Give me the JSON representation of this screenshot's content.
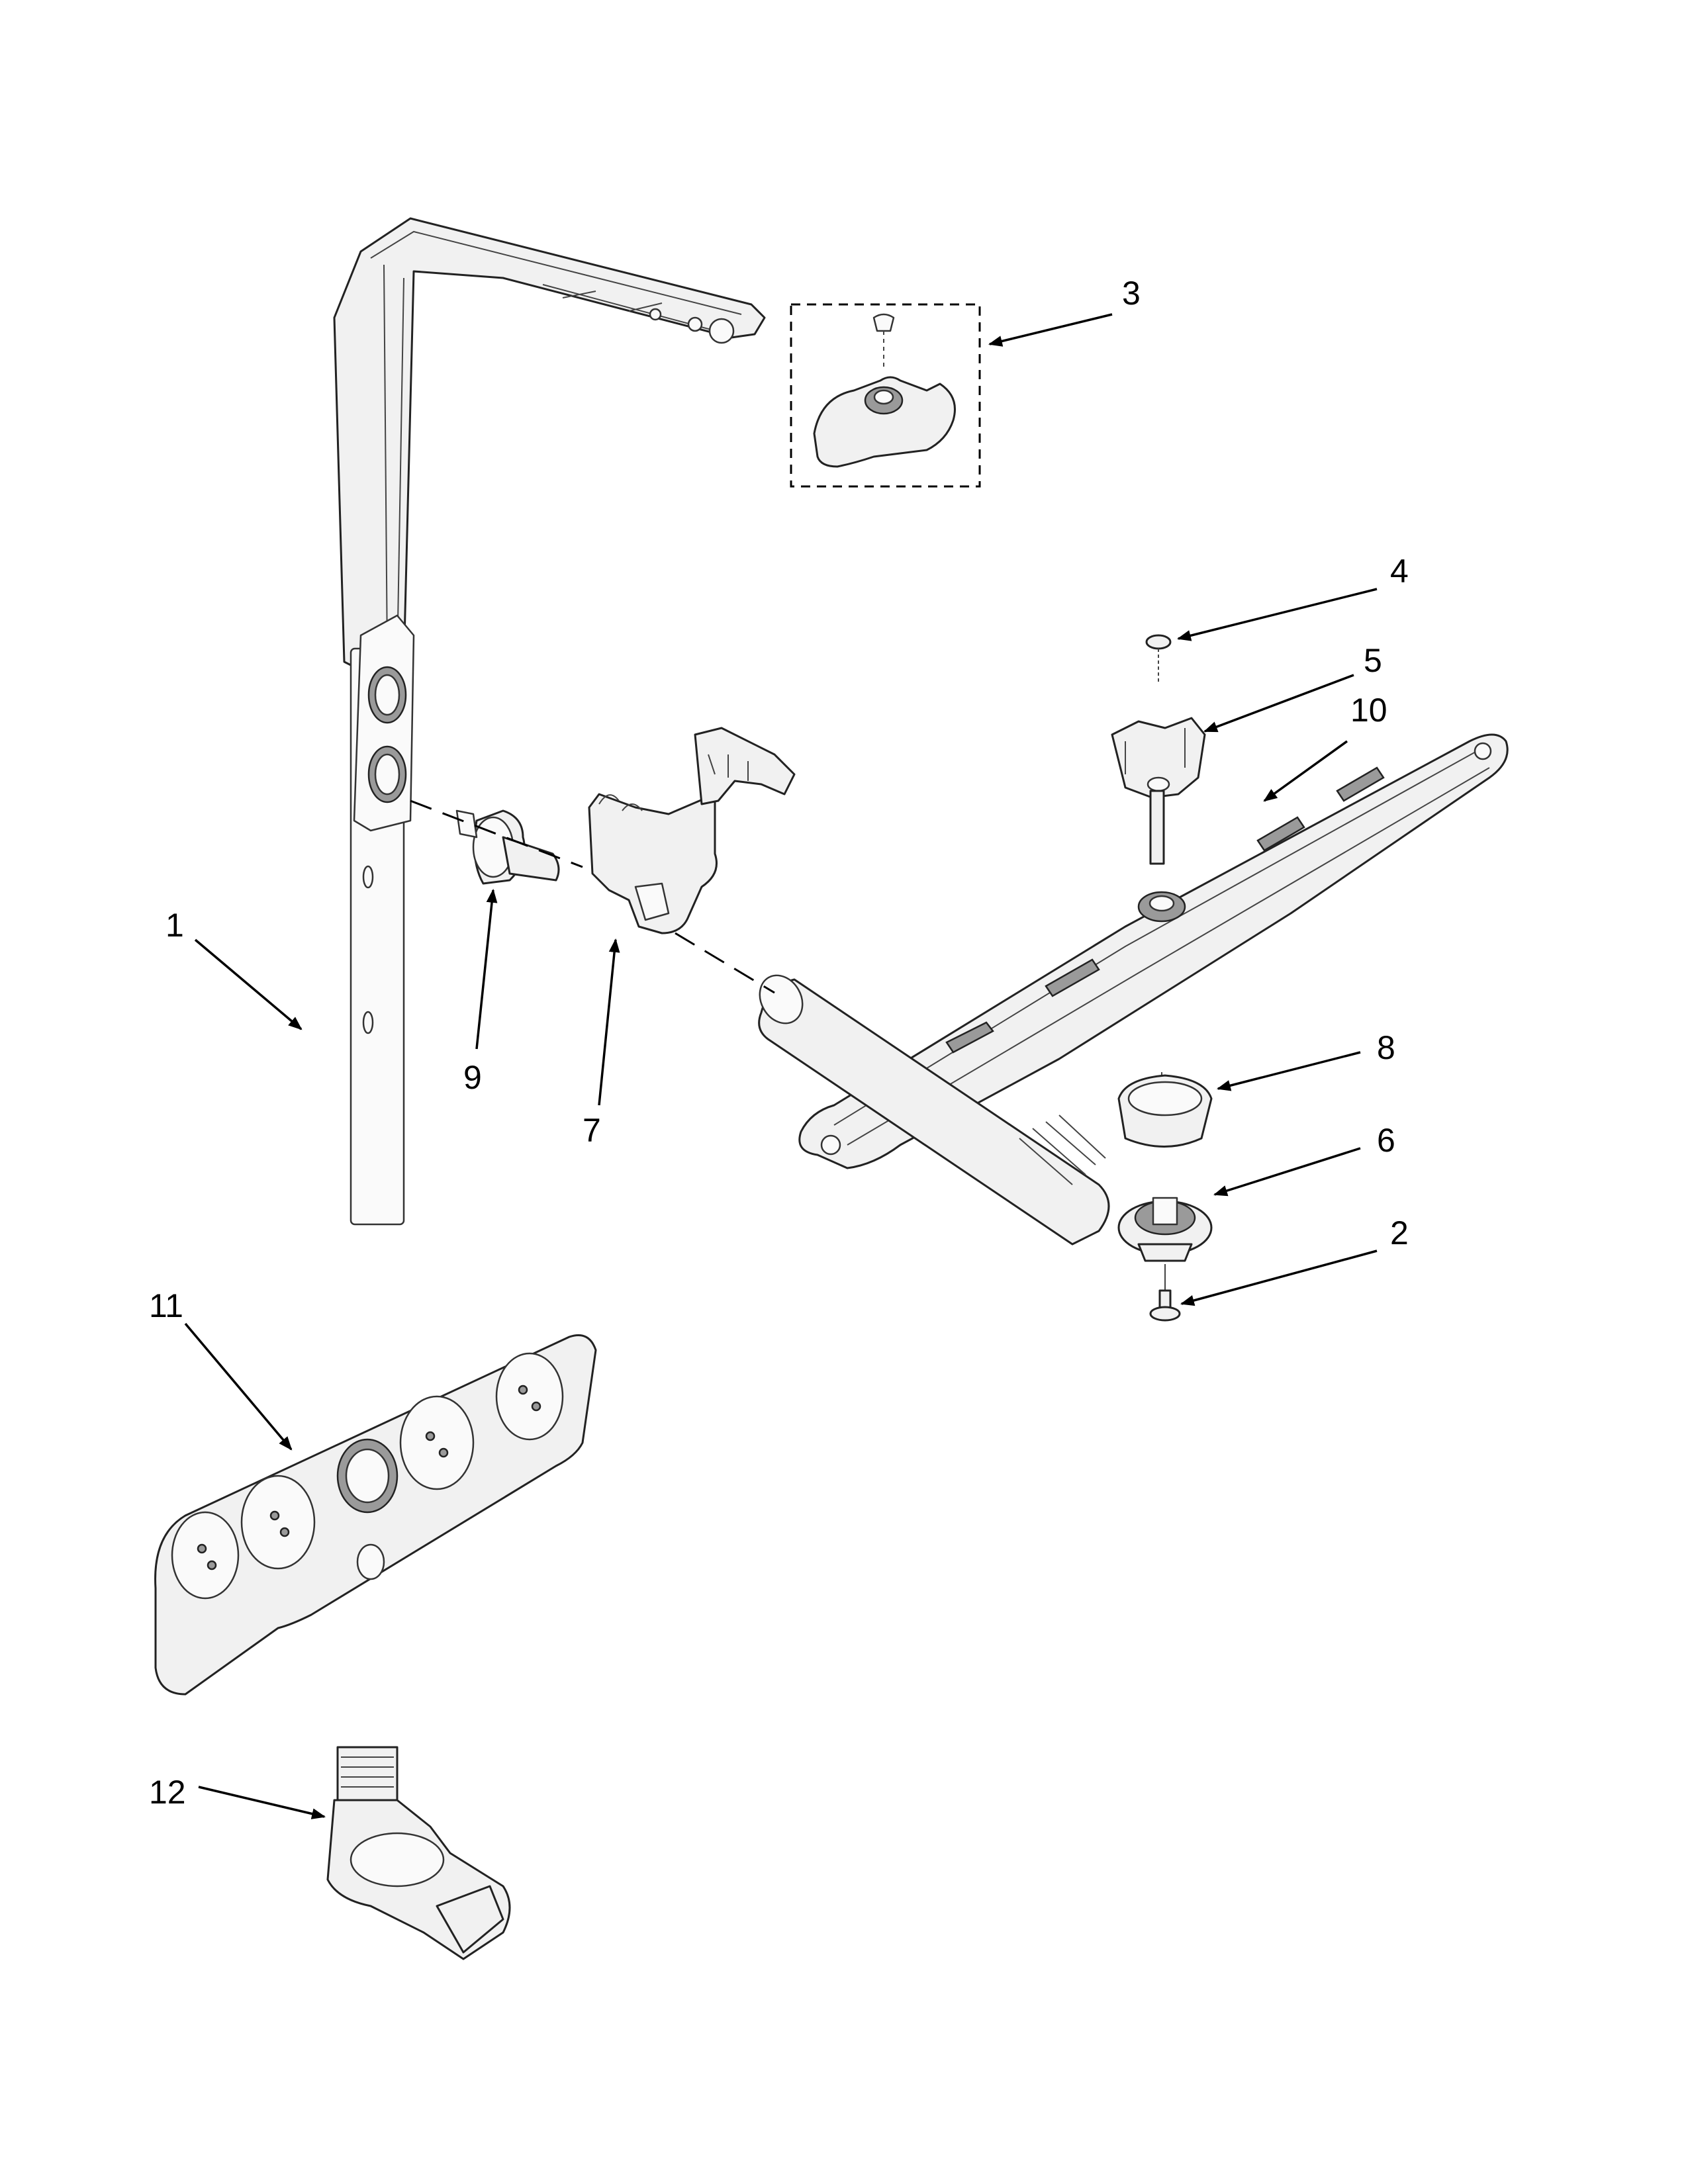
{
  "figure": {
    "background": "#ffffff",
    "line_color": "#000000",
    "part_fill": "#f1f1f1",
    "callouts": [
      {
        "number": "1",
        "part": "manifold-arm"
      },
      {
        "number": "2",
        "part": "screw-bottom"
      },
      {
        "number": "3",
        "part": "hub-kit"
      },
      {
        "number": "4",
        "part": "screw-top"
      },
      {
        "number": "5",
        "part": "arm-mount"
      },
      {
        "number": "6",
        "part": "hub-base"
      },
      {
        "number": "7",
        "part": "retainer-clip"
      },
      {
        "number": "8",
        "part": "bearing-ring"
      },
      {
        "number": "9",
        "part": "coupling"
      },
      {
        "number": "10",
        "part": "spray-arm"
      },
      {
        "number": "11",
        "part": "spray-panel"
      },
      {
        "number": "12",
        "part": "nozzle-fitting"
      }
    ]
  }
}
